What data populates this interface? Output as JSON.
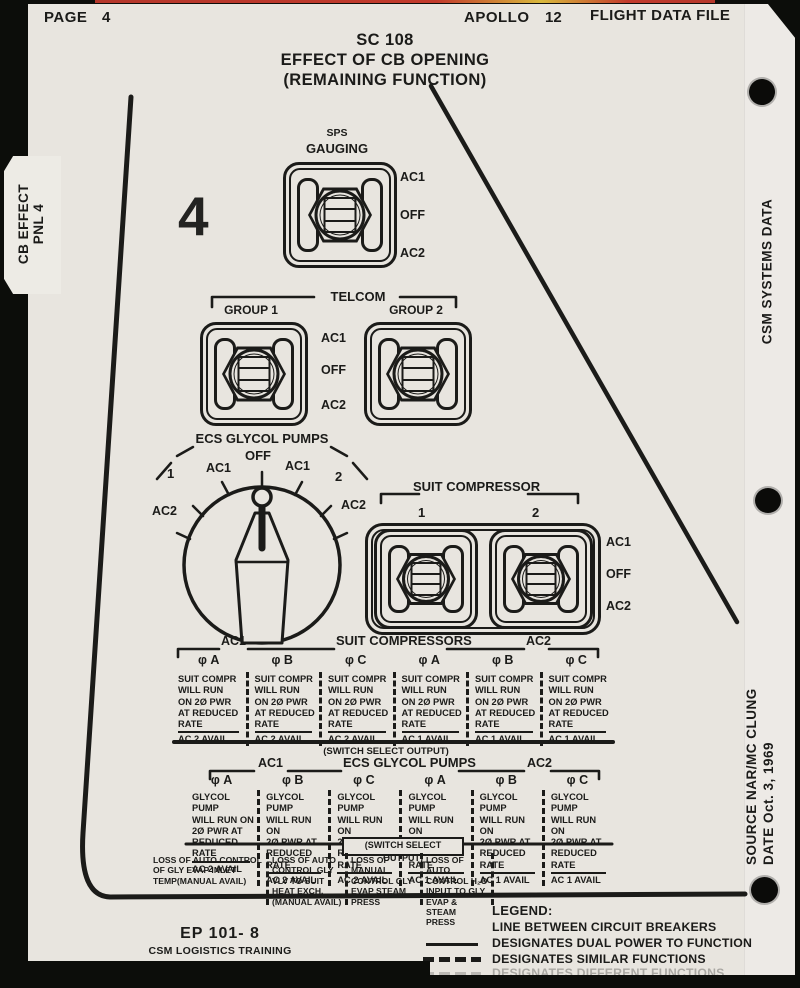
{
  "header": {
    "page_label": "PAGE",
    "page_number": "4",
    "mission": "APOLLO",
    "mission_number": "12",
    "file_title": "FLIGHT DATA FILE"
  },
  "title": {
    "line1": "SC 108",
    "line2": "EFFECT OF CB OPENING",
    "line3": "(REMAINING FUNCTION)"
  },
  "side_tab": {
    "text": "CB EFFECT\nPNL 4"
  },
  "margin_notes": {
    "systems": "CSM SYSTEMS DATA",
    "source": "SOURCE  NAR/MC CLUNG",
    "date": "DATE  Oct. 3, 1969"
  },
  "panel_number": "4",
  "sps": {
    "label_small": "SPS",
    "label": "GAUGING",
    "positions": [
      "AC1",
      "OFF",
      "AC2"
    ]
  },
  "telcom": {
    "label": "TELCOM",
    "group1": "GROUP 1",
    "group2": "GROUP 2",
    "positions": [
      "AC1",
      "OFF",
      "AC2"
    ]
  },
  "dial": {
    "label": "ECS GLYCOL PUMPS",
    "off": "OFF",
    "ac1_left": "AC1",
    "ac1_right": "AC1",
    "pos1": "1",
    "pos2": "2",
    "ac2_left": "AC2",
    "ac2_right": "AC2"
  },
  "suitc": {
    "label": "SUIT COMPRESSOR",
    "sw1": "1",
    "sw2": "2",
    "positions": [
      "AC1",
      "OFF",
      "AC2"
    ]
  },
  "table1": {
    "bus_left": "AC1",
    "title": "SUIT COMPRESSORS",
    "bus_right": "AC2",
    "columns": [
      "φ A",
      "φ B",
      "φ C",
      "φ A",
      "φ B",
      "φ C"
    ],
    "cells": [
      {
        "body": "SUIT COMPR\nWILL RUN\nON 2Ø PWR\nAT REDUCED\nRATE",
        "avail": "AC 2 AVAIL"
      },
      {
        "body": "SUIT COMPR\nWILL RUN\nON 2Ø PWR\nAT REDUCED\nRATE",
        "avail": "AC 2 AVAIL"
      },
      {
        "body": "SUIT COMPR\nWILL RUN\nON 2Ø PWR\nAT REDUCED\nRATE",
        "avail": "AC 2 AVAIL"
      },
      {
        "body": "SUIT COMPR\nWILL RUN\nON 2Ø PWR\nAT REDUCED\nRATE",
        "avail": "AC 1 AVAIL"
      },
      {
        "body": "SUIT COMPR\nWILL RUN\nON 2Ø PWR\nAT REDUCED\nRATE",
        "avail": "AC 1 AVAIL"
      },
      {
        "body": "SUIT COMPR\nWILL RUN\nON 2Ø PWR\nAT REDUCED\nRATE",
        "avail": "AC 1 AVAIL"
      }
    ]
  },
  "note_switch_select_1": "(SWITCH SELECT OUTPUT)",
  "table2": {
    "bus_left": "AC1",
    "title": "ECS GLYCOL PUMPS",
    "bus_right": "AC2",
    "columns": [
      "φ A",
      "φ B",
      "φ C",
      "φ A",
      "φ B",
      "φ C"
    ],
    "cells": [
      {
        "body": "GLYCOL PUMP\nWILL RUN ON\n2Ø PWR AT\nREDUCED RATE",
        "avail": "AC 2 AVAIL"
      },
      {
        "body": "GLYCOL PUMP\nWILL RUN ON\n2Ø PWR AT\nREDUCED RATE",
        "avail": "AC 2 AVAIL"
      },
      {
        "body": "GLYCOL PUMP\nWILL RUN ON\n2Ø PWR AT\nREDUCED RATE",
        "avail": "AC 2 AVAIL"
      },
      {
        "body": "GLYCOL PUMP\nWILL RUN ON\n2Ø PWR AT\nREDUCED RATE",
        "avail": "AC 1 AVAIL"
      },
      {
        "body": "GLYCOL PUMP\nWILL RUN ON\n2Ø PWR AT\nREDUCED RATE",
        "avail": "AC 1 AVAIL"
      },
      {
        "body": "GLYCOL PUMP\nWILL RUN ON\n2Ø PWR AT\nREDUCED RATE",
        "avail": "AC 1 AVAIL"
      }
    ]
  },
  "note_switch_select_2": "(SWITCH SELECT OUTPUT)",
  "loss_notes": [
    "LOSS OF AUTO CONTROL\nOF GLY EVAP INLET\nTEMP(MANUAL AVAIL)",
    "LOSS OF AUTO\nCONTROL GLY\nVLV TO SUIT\nHEAT EXCH.\n(MANUAL AVAIL)",
    "LOSS OF MANUAL\nCONTROL GLY\nEVAP STEAM\nPRESS",
    "LOSS OF AUTO\nCONTROL H₂O\nINPUT TO GLY\nEVAP & STEAM\nPRESS"
  ],
  "footer": {
    "doc_number": "EP 101- 8",
    "org": "CSM LOGISTICS TRAINING"
  },
  "legend": {
    "title": "LEGEND:",
    "intro": "LINE BETWEEN CIRCUIT BREAKERS",
    "items": [
      {
        "swatch": "solid-line",
        "text": "DESIGNATES DUAL POWER TO FUNCTION"
      },
      {
        "swatch": "dashed-line",
        "text": "DESIGNATES SIMILAR FUNCTIONS"
      },
      {
        "swatch": "faded-dashed-line",
        "text": "DESIGNATES DIFFERENT FUNCTIONS"
      }
    ]
  },
  "colors": {
    "paper": "#e8e5df",
    "ink": "#1b1b19",
    "scanner_background": "#0c0d0a",
    "top_stripe_red": "#c23a2c",
    "top_stripe_yellow": "#d9b93c"
  }
}
